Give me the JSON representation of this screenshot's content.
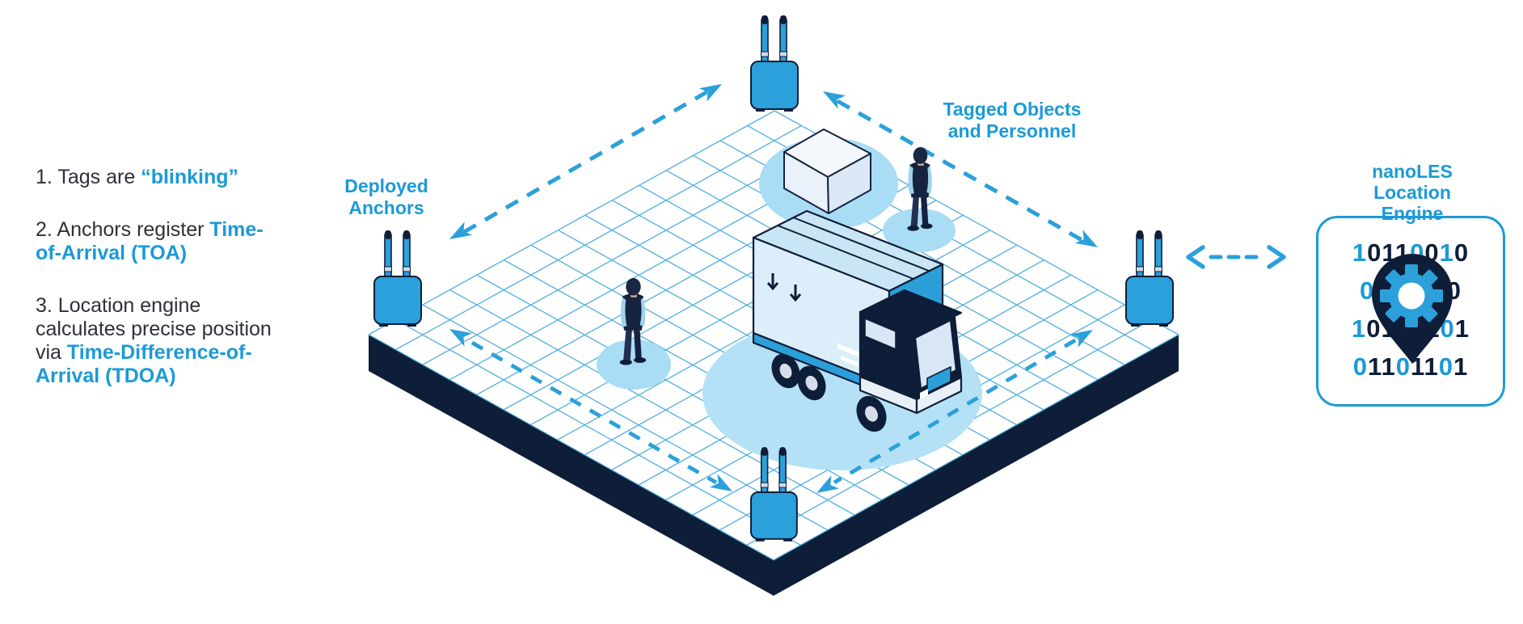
{
  "steps": [
    {
      "segments": [
        {
          "t": "1. Tags are ",
          "s": "plain"
        },
        {
          "t": "“blinking”",
          "s": "accent"
        }
      ]
    },
    {
      "segments": [
        {
          "t": "2. Anchors register ",
          "s": "plain"
        },
        {
          "t": "Time-of-Arrival (TOA)",
          "s": "accent"
        }
      ]
    },
    {
      "segments": [
        {
          "t": "3. Location engine calculates precise position via ",
          "s": "plain"
        },
        {
          "t": "Time-Difference-of-Arrival (TDOA)",
          "s": "accent"
        }
      ]
    }
  ],
  "labels": {
    "deployed_anchors": "Deployed\nAnchors",
    "tagged_objects": "Tagged Objects\nand Personnel",
    "location_engine_title": "nanoLES\nLocation Engine"
  },
  "location_engine": {
    "binary_rows": [
      [
        {
          "v": "1",
          "c": "b"
        },
        {
          "v": "0",
          "c": "n"
        },
        {
          "v": "1",
          "c": "n"
        },
        {
          "v": "1",
          "c": "n"
        },
        {
          "v": "0",
          "c": "b"
        },
        {
          "v": "0",
          "c": "n"
        },
        {
          "v": "1",
          "c": "b"
        },
        {
          "v": "0",
          "c": "n"
        }
      ],
      [
        {
          "v": "0",
          "c": "b"
        },
        {
          "v": "0",
          "c": "n"
        },
        {
          "v": "1",
          "c": "n"
        },
        {
          "v": "1",
          "c": "b"
        },
        {
          "v": "0",
          "c": "n"
        },
        {
          "v": "1",
          "c": "n"
        },
        {
          "v": "0",
          "c": "n"
        }
      ],
      [
        {
          "v": "1",
          "c": "b"
        },
        {
          "v": "0",
          "c": "n"
        },
        {
          "v": "1",
          "c": "n"
        },
        {
          "v": "0",
          "c": "b"
        },
        {
          "v": "0",
          "c": "n"
        },
        {
          "v": "1",
          "c": "n"
        },
        {
          "v": "0",
          "c": "b"
        },
        {
          "v": "1",
          "c": "n"
        }
      ],
      [
        {
          "v": "0",
          "c": "b"
        },
        {
          "v": "1",
          "c": "n"
        },
        {
          "v": "1",
          "c": "n"
        },
        {
          "v": "0",
          "c": "b"
        },
        {
          "v": "1",
          "c": "n"
        },
        {
          "v": "1",
          "c": "n"
        },
        {
          "v": "0",
          "c": "b"
        },
        {
          "v": "1",
          "c": "n"
        }
      ]
    ]
  },
  "icons": {
    "anchors": [
      "anchor-icon-top",
      "anchor-icon-left",
      "anchor-icon-right",
      "anchor-icon-bottom"
    ],
    "pin": "location-pin-icon",
    "gear": "gear-icon"
  },
  "colors": {
    "accent_text": "#1b9ad6",
    "shape_blue": "#2ba0db",
    "navy": "#0e1e38",
    "grid_line": "#3fa6da",
    "highlight": "#a9dcf5",
    "body_text": "#2f3038"
  }
}
